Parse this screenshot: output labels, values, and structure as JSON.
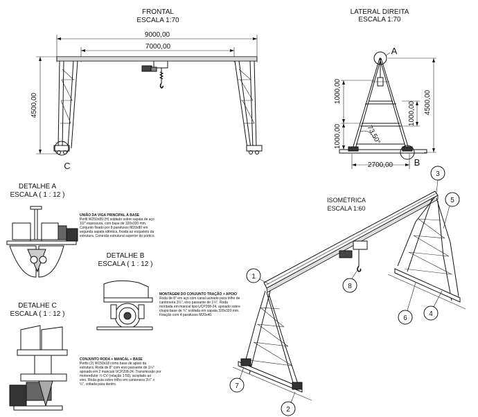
{
  "frontal": {
    "title": "FRONTAL",
    "scale": "ESCALA 1:70",
    "dim_total_width": "9000,00",
    "dim_inner_width": "7000,00",
    "dim_height": "4500,00",
    "marker_c": "C"
  },
  "lateral": {
    "title": "LATERAL DIREITA",
    "scale": "ESCALA 1:70",
    "dim_1000_top": "1000,00",
    "dim_1000_mid": "1000,00",
    "dim_1000_low": "1000,00",
    "dim_height": "4500,00",
    "dim_angle": "73,50°",
    "dim_base": "2700,00",
    "marker_a": "A",
    "marker_b": "B"
  },
  "detail_a": {
    "title": "DETALHE A",
    "scale": "ESCALA ( 1 : 12 )",
    "note_title": "UNIÃO DA VIGA PRINCIPAL À BASE",
    "note_lines": [
      "Perfil W250x89 (H) soldado sobre sapata de aço",
      "1/2\" espessura, com base de 320x320 mm.",
      "Conjunto fixado por 8 parafusos M20x80 em",
      "segunda sapata idêntica, fixada ao esqueleto da",
      "estrutura. Conexão estrutural superior do pórtico."
    ]
  },
  "detail_b": {
    "title": "DETALHE B",
    "scale": "ESCALA ( 1 : 12 )",
    "note_title": "MONTAGEM DO CONJUNTO TRAÇÃO + APOIO",
    "note_lines": [
      "Roda de 8\" em aço com canal usinado para trilho de",
      "cantoneira 3½\", eixo passante de 1¼\". Roda",
      "montada em mancal tipo UCP208-24, apoiado sobre",
      "chapa base de ¾\" soldada em sapata 320x320 mm.",
      "Fixação com 4 parafusos M20x40."
    ]
  },
  "detail_c": {
    "title": "DETALHE C",
    "scale": "ESCALA ( 1 : 12 )",
    "note_title": "CONJUNTO RODA + MANCAL + BASE",
    "note_lines": [
      "Perfis (2) W150x18 como base de apoio da",
      "estrutura. Roda de 8\" com eixo passante de 1¼\"",
      "apoiado em 2 mancais UCP208-24. Transmissão por",
      "motoredutor ½ CV (relação 1:50), acoplado ao",
      "eixo. Roda guia sobre trilho em cantoneira 3½\" x",
      "¼\", voltada para dentro."
    ]
  },
  "iso": {
    "title": "ISOMÉTRICA",
    "scale": "ESCALA 1:60",
    "balloons": [
      "1",
      "2",
      "3",
      "4",
      "5",
      "6",
      "7",
      "8"
    ]
  }
}
